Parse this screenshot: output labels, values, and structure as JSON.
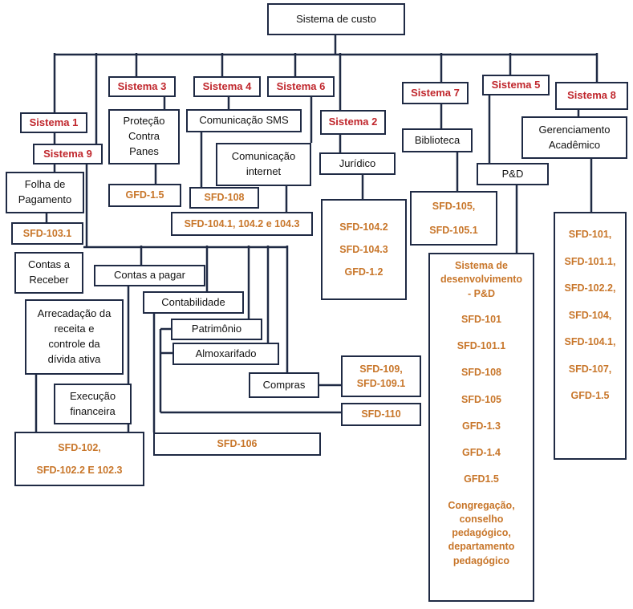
{
  "colors": {
    "line": "#1f2a44",
    "system_label": "#c0272d",
    "code_label": "#c8762a",
    "text": "#111111"
  },
  "root": "Sistema de custo",
  "systems": {
    "s1": "Sistema 1",
    "s2": "Sistema 2",
    "s3": "Sistema 3",
    "s4": "Sistema 4",
    "s5": "Sistema 5",
    "s6": "Sistema 6",
    "s7": "Sistema 7",
    "s8": "Sistema 8",
    "s9": "Sistema 9"
  },
  "modules": {
    "folha": [
      "Folha de",
      "Pagamento"
    ],
    "protecao": [
      "Proteção",
      "Contra",
      "Panes"
    ],
    "sms": "Comunicação SMS",
    "internet": [
      "Comunicação",
      "internet"
    ],
    "juridico": "Jurídico",
    "biblioteca": "Biblioteca",
    "pd": "P&D",
    "academico": [
      "Gerenciamento",
      "Acadêmico"
    ],
    "receber": [
      "Contas a",
      "Receber"
    ],
    "pagar": "Contas a pagar",
    "contabilidade": "Contabilidade",
    "patrimonio": "Patrimônio",
    "almoxarifado": "Almoxarifado",
    "compras": "Compras",
    "arrecadacao": [
      "Arrecadação da",
      "receita e",
      "controle da",
      "dívida ativa"
    ],
    "execucao": [
      "Execução",
      "financeira"
    ]
  },
  "codes": {
    "sfd1031": "SFD-103.1",
    "gfd15": "GFD-1.5",
    "sfd108": "SFD-108",
    "sfd1041": "SFD-104.1, 104.2 e 104.3",
    "juridico_list": [
      "SFD-104.2",
      "SFD-104.3",
      "GFD-1.2"
    ],
    "biblioteca_list": [
      "SFD-105,",
      "SFD-105.1"
    ],
    "pd_list": [
      "Sistema de",
      "desenvolvimento",
      "- P&D",
      "SFD-101",
      "SFD-101.1",
      "SFD-108",
      "SFD-105",
      "GFD-1.3",
      "GFD-1.4",
      "GFD1.5",
      "Congregação,",
      "conselho",
      "pedagógico,",
      "departamento",
      "pedagógico"
    ],
    "academico_list": [
      "SFD-101,",
      "SFD-101.1,",
      "SFD-102.2,",
      "SFD-104,",
      "SFD-104.1,",
      "SFD-107,",
      "GFD-1.5"
    ],
    "sfd109": [
      "SFD-109,",
      "SFD-109.1"
    ],
    "sfd110": "SFD-110",
    "sfd106": "SFD-106",
    "sfd102": [
      "SFD-102,",
      "SFD-102.2 E 102.3"
    ]
  }
}
